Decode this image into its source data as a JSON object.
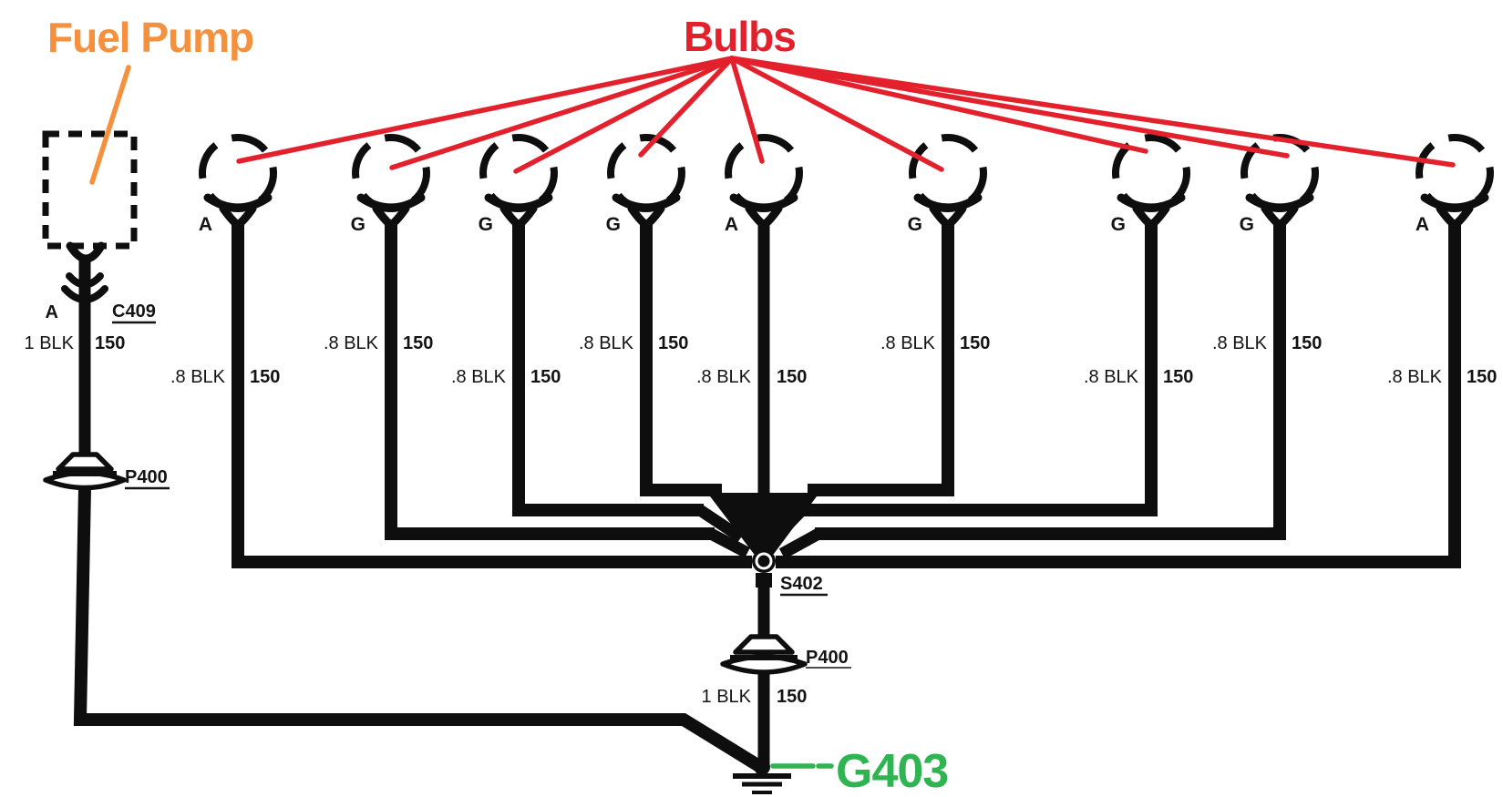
{
  "annotations": {
    "fuel_pump_label": "Fuel Pump",
    "bulbs_label": "Bulbs",
    "ground_label": "G403"
  },
  "colors": {
    "orange": "#F5913E",
    "red": "#E3212D",
    "green": "#2EB450"
  },
  "fuel_pump_branch": {
    "pin": "A",
    "connector": "C409",
    "wire_gauge": "1 BLK",
    "wire_circuit": "150",
    "grommet": "P400"
  },
  "bulbs": [
    {
      "terminal": "A",
      "wire_gauge": ".8 BLK",
      "wire_circuit": "150"
    },
    {
      "terminal": "G",
      "wire_gauge": ".8 BLK",
      "wire_circuit": "150"
    },
    {
      "terminal": "G",
      "wire_gauge": ".8 BLK",
      "wire_circuit": "150"
    },
    {
      "terminal": "G",
      "wire_gauge": ".8 BLK",
      "wire_circuit": "150"
    },
    {
      "terminal": "A",
      "wire_gauge": ".8 BLK",
      "wire_circuit": "150"
    },
    {
      "terminal": "G",
      "wire_gauge": ".8 BLK",
      "wire_circuit": "150"
    },
    {
      "terminal": "G",
      "wire_gauge": ".8 BLK",
      "wire_circuit": "150"
    },
    {
      "terminal": "G",
      "wire_gauge": ".8 BLK",
      "wire_circuit": "150"
    },
    {
      "terminal": "A",
      "wire_gauge": ".8 BLK",
      "wire_circuit": "150"
    }
  ],
  "splice_label": "S402",
  "ground_branch": {
    "grommet": "P400",
    "wire_gauge": "1 BLK",
    "wire_circuit": "150"
  }
}
